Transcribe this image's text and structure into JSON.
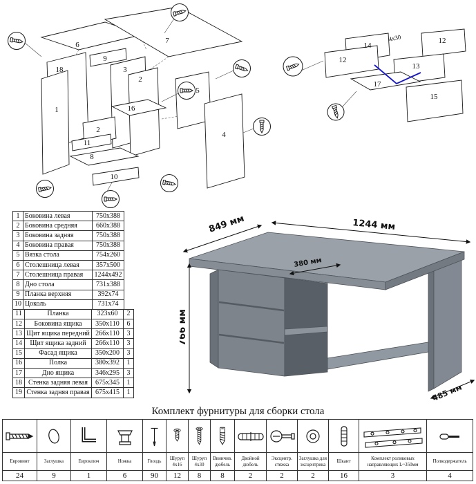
{
  "title": {
    "hardware_kit": "Комплект фурнитуры для сборки стола"
  },
  "parts_table": {
    "upper": [
      {
        "num": "1",
        "name": "Боковина левая",
        "size": "750x388"
      },
      {
        "num": "2",
        "name": "Боковина средняя",
        "size": "660x388"
      },
      {
        "num": "3",
        "name": "Боковина задняя",
        "size": "750x388"
      },
      {
        "num": "4",
        "name": "Боковина правая",
        "size": "750x388"
      },
      {
        "num": "5",
        "name": "Вязка стола",
        "size": "754x260"
      },
      {
        "num": "6",
        "name": "Столешница левая",
        "size": "357x500"
      },
      {
        "num": "7",
        "name": "Столешница правая",
        "size": "1244x492"
      },
      {
        "num": "8",
        "name": "Дно стола",
        "size": "731x388"
      },
      {
        "num": "9",
        "name": "Планка верхняя",
        "size": "392x74"
      },
      {
        "num": "10",
        "name": "Цоколь",
        "size": "731x74"
      }
    ],
    "lower": [
      {
        "num": "11",
        "name": "Планка",
        "size": "323x60",
        "qty": "2"
      },
      {
        "num": "12",
        "name": "Боковина ящика",
        "size": "350x110",
        "qty": "6"
      },
      {
        "num": "13",
        "name": "Щит ящика передний",
        "size": "266x110",
        "qty": "3"
      },
      {
        "num": "14",
        "name": "Щит ящика задний",
        "size": "266x110",
        "qty": "3"
      },
      {
        "num": "15",
        "name": "Фасад ящика",
        "size": "350x200",
        "qty": "3"
      },
      {
        "num": "16",
        "name": "Полка",
        "size": "380x392",
        "qty": "1"
      },
      {
        "num": "17",
        "name": "Дно ящика",
        "size": "346x295",
        "qty": "3"
      },
      {
        "num": "18",
        "name": "Стенка задняя левая",
        "size": "675x345",
        "qty": "1"
      },
      {
        "num": "19",
        "name": "Стенка задняя правая",
        "size": "675x415",
        "qty": "1"
      }
    ]
  },
  "desk_dimensions": {
    "left_depth": "849 мм",
    "width": "1244 мм",
    "height": "766 мм",
    "inner_depth": "380 мм",
    "side_depth": "485 мм"
  },
  "left_diagram_labels": [
    "6",
    "7",
    "18",
    "9",
    "3",
    "2",
    "16",
    "5",
    "1",
    "2",
    "11",
    "8",
    "10",
    "4"
  ],
  "right_diagram_labels": [
    "14",
    "12",
    "12",
    "13",
    "17",
    "15"
  ],
  "right_diagram_note": "4x30",
  "hardware_items": [
    {
      "name": "Евровинт",
      "qty": "24",
      "icon": "confirmat-screw"
    },
    {
      "name": "Заглушка",
      "qty": "9",
      "icon": "cap"
    },
    {
      "name": "Евроключ",
      "qty": "1",
      "icon": "hex-key"
    },
    {
      "name": "Ножка",
      "qty": "6",
      "icon": "foot"
    },
    {
      "name": "Гвоздь",
      "qty": "90",
      "icon": "nail"
    },
    {
      "name": "Шуруп 4x16",
      "qty": "12",
      "icon": "screw-4x16"
    },
    {
      "name": "Шуруп 4x30",
      "qty": "8",
      "icon": "screw-4x30"
    },
    {
      "name": "Ввинчив. дюбель",
      "qty": "8",
      "icon": "dowel-screw"
    },
    {
      "name": "Двойной дюбель",
      "qty": "2",
      "icon": "double-dowel"
    },
    {
      "name": "Эксцентр. стяжка",
      "qty": "2",
      "icon": "cam-lock"
    },
    {
      "name": "Заглушка для эксцентрика",
      "qty": "2",
      "icon": "cam-cap"
    },
    {
      "name": "Шкант",
      "qty": "16",
      "icon": "wood-dowel"
    },
    {
      "name": "Комплект роликовых направляющих L~350мм",
      "qty": "3",
      "icon": "drawer-slides"
    },
    {
      "name": "Полкодержатель",
      "qty": "4",
      "icon": "shelf-support"
    }
  ]
}
